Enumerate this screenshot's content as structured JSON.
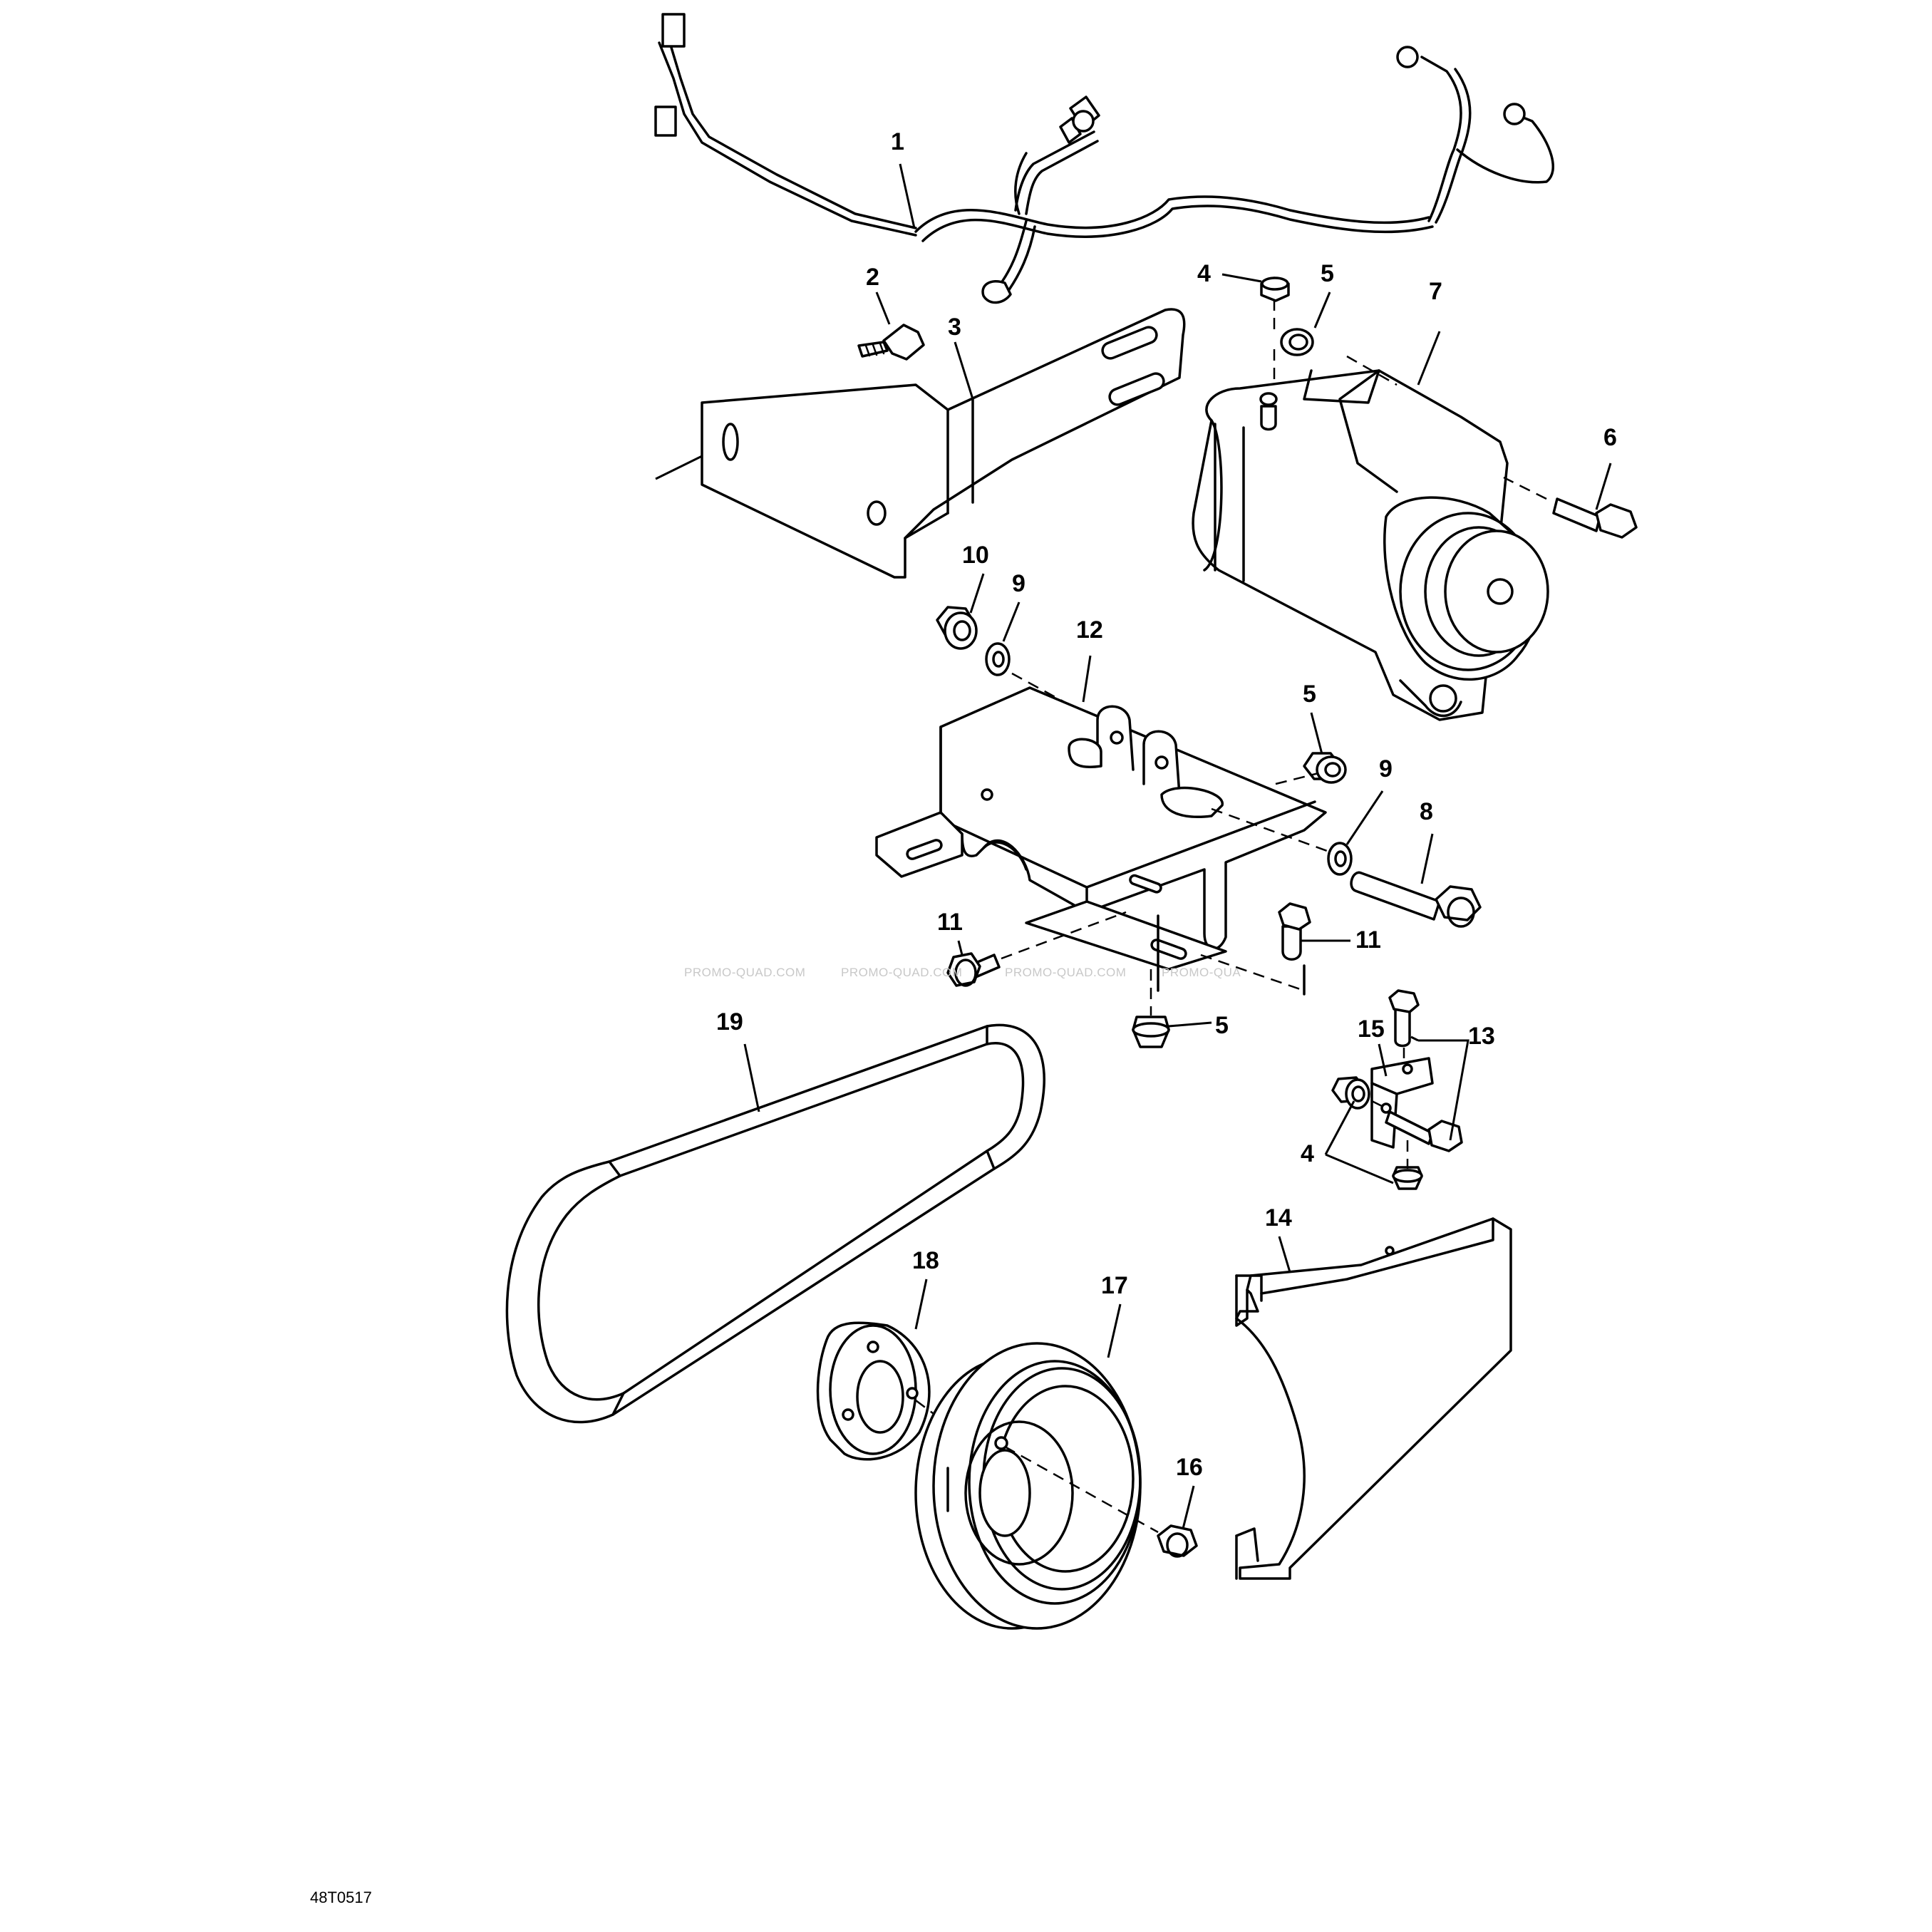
{
  "diagram": {
    "figure_id": "48T0517",
    "watermark": [
      "PROMO-QUAD.COM",
      "PROMO-QUAD.COM",
      "PROMO-QUAD.COM",
      "PROMO-QUA"
    ],
    "callouts": {
      "c1": "1",
      "c2": "2",
      "c3": "3",
      "c4a": "4",
      "c4b": "4",
      "c5a": "5",
      "c5b": "5",
      "c5c": "5",
      "c6": "6",
      "c7": "7",
      "c8": "8",
      "c9a": "9",
      "c9b": "9",
      "c10": "10",
      "c11a": "11",
      "c11b": "11",
      "c12": "12",
      "c13": "13",
      "c14": "14",
      "c15": "15",
      "c16": "16",
      "c17": "17",
      "c18": "18",
      "c19": "19"
    }
  }
}
